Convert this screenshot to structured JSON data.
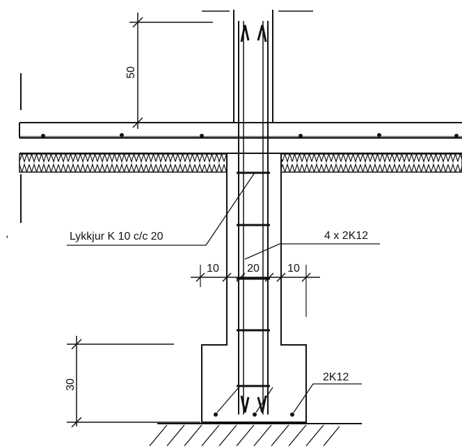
{
  "labels": {
    "dim_50": "50",
    "dim_10_left": "10",
    "dim_20": "20",
    "dim_10_right": "10",
    "dim_30": "30",
    "stirrups": "Lykkjur K 10 c/c 20",
    "vertical_bars": "4 x 2K12",
    "footing_bars": "2K12"
  }
}
